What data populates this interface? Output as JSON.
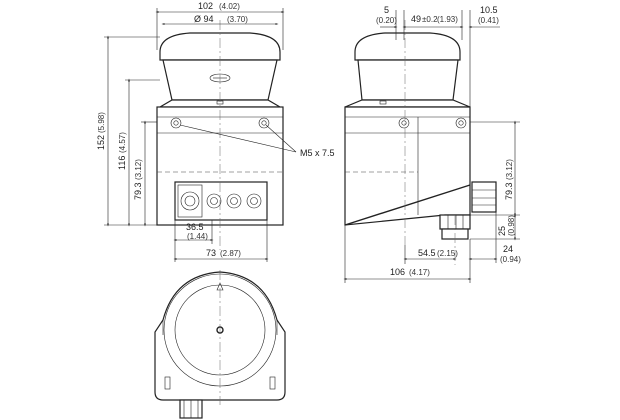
{
  "front_view": {
    "width_label": "102",
    "width_sub": "(4.02)",
    "diameter_label": "Ø 94",
    "diameter_sub": "(3.70)",
    "height_total_label": "152",
    "height_total_sub": "(5.98)",
    "height_mid_label": "116",
    "height_mid_sub": "(4.57)",
    "height_low_label": "79.3",
    "height_low_sub": "(3.12)",
    "conn_offset_label": "36.5",
    "conn_offset_sub": "(1.44)",
    "conn_width_label": "73",
    "conn_width_sub": "(2.87)"
  },
  "thread_callout": "M5 x 7.5",
  "side_view": {
    "offset_top_label": "5",
    "offset_top_sub": "(0.20)",
    "hole_label": "49",
    "hole_tol": "±0.2",
    "hole_sub": "(1.93)",
    "right_off_label": "10.5",
    "right_off_sub": "(0.41)",
    "height_low_label": "79.3",
    "height_low_sub": "(3.12)",
    "gland_h_label": "25",
    "gland_h_sub": "(0.98)",
    "gland_off_label": "24",
    "gland_off_sub": "(0.94)",
    "depth_mid_label": "54.5",
    "depth_mid_sub": "(2.15)",
    "depth_total_label": "106",
    "depth_total_sub": "(4.17)"
  }
}
